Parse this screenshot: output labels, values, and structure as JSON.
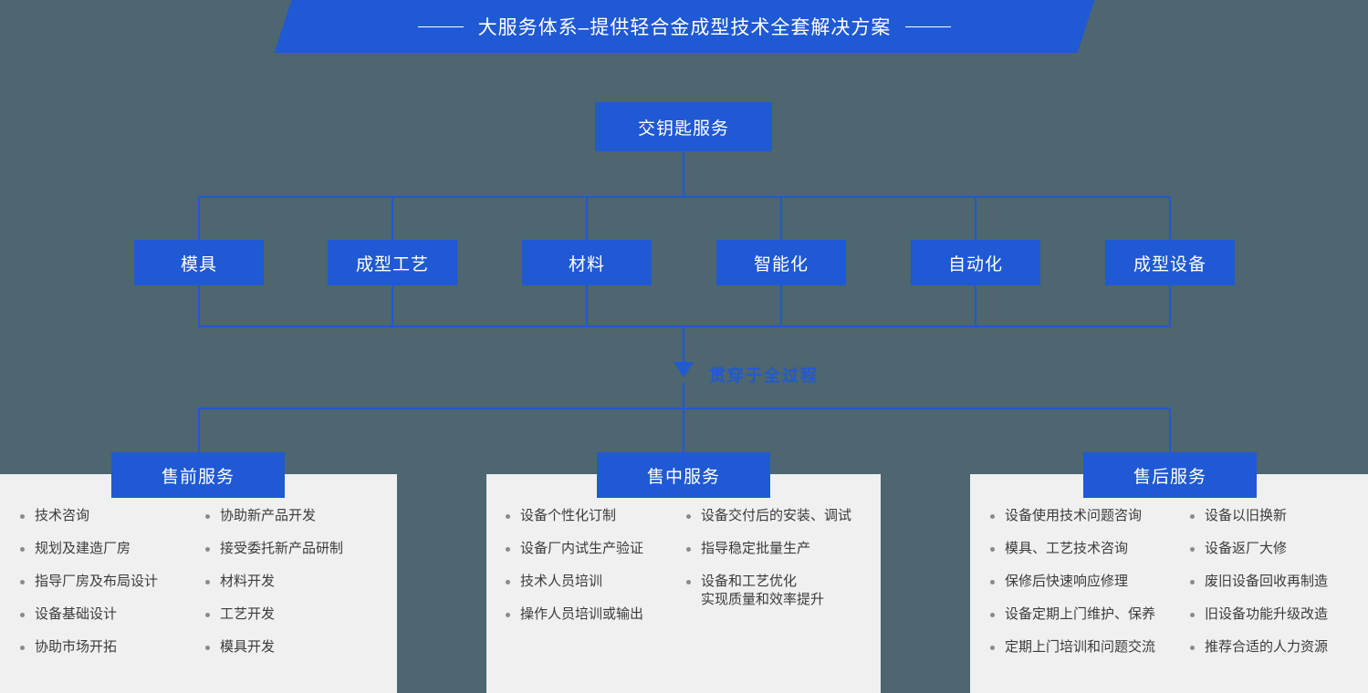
{
  "banner": {
    "title": "大服务体系–提供轻合金成型技术全套解决方案",
    "rule_left": "",
    "rule_right": ""
  },
  "colors": {
    "background": "#4d6670",
    "accent": "#2059d4",
    "panel": "#f0f0f0",
    "box_text": "#ffffff",
    "body_text": "#3b3b3b"
  },
  "root": {
    "label": "交钥匙服务"
  },
  "capabilities": [
    {
      "label": "模具"
    },
    {
      "label": "成型工艺"
    },
    {
      "label": "材料"
    },
    {
      "label": "智能化"
    },
    {
      "label": "自动化"
    },
    {
      "label": "成型设备"
    }
  ],
  "flow_note": {
    "label": "贯穿于全过程",
    "arrow": "triangle-down"
  },
  "services": [
    {
      "title": "售前服务",
      "columns": [
        {
          "items": [
            [
              "技术咨询"
            ],
            [
              "规划及建造厂房"
            ],
            [
              "指导厂房及布局设计"
            ],
            [
              "设备基础设计"
            ],
            [
              "协助市场开拓"
            ]
          ]
        },
        {
          "items": [
            [
              "协助新产品开发"
            ],
            [
              "接受委托新产品研制"
            ],
            [
              "材料开发"
            ],
            [
              "工艺开发"
            ],
            [
              "模具开发"
            ]
          ]
        }
      ]
    },
    {
      "title": "售中服务",
      "columns": [
        {
          "items": [
            [
              "设备个性化订制"
            ],
            [
              "设备厂内试生产验证"
            ],
            [
              "技术人员培训"
            ],
            [
              "操作人员培训或输出"
            ]
          ]
        },
        {
          "items": [
            [
              "设备交付后的安装、调试"
            ],
            [
              "指导稳定批量生产"
            ],
            [
              "设备和工艺优化",
              "实现质量和效率提升"
            ]
          ]
        }
      ]
    },
    {
      "title": "售后服务",
      "columns": [
        {
          "items": [
            [
              "设备使用技术问题咨询"
            ],
            [
              "模具、工艺技术咨询"
            ],
            [
              "保修后快速响应修理"
            ],
            [
              "设备定期上门维护、保养"
            ],
            [
              "定期上门培训和问题交流"
            ]
          ]
        },
        {
          "items": [
            [
              "设备以旧换新"
            ],
            [
              "设备返厂大修"
            ],
            [
              "废旧设备回收再制造"
            ],
            [
              "旧设备功能升级改造"
            ],
            [
              "推荐合适的人力资源"
            ]
          ]
        }
      ]
    }
  ]
}
